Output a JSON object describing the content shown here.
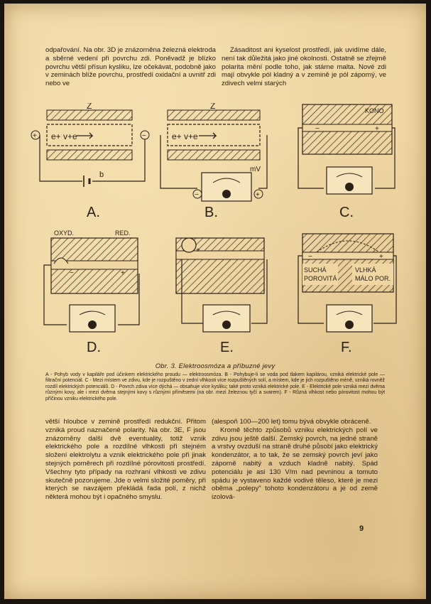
{
  "text_top_left": [
    "odpařování. Na obr. 3D je znázorněna železná elektroda a sběrné vedení při povrchu zdi. Poněvadž je blízko povrchu větší přísun kysliku, lze očekávat, podobně jako v zeminách blíže povrchu, prostředí oxidační a uvnitř zdi nebo ve"
  ],
  "text_top_right": [
    "Zásaditost ani kyselost prostředí, jak uvidíme dále, není tak důležitá jako jiné okolnosti. Ostatně se zřejmě polarita mění podle toho, jak stárne malta. Nové zdi mají obvykle pól kladný a v zemině je pól záporný, ve zdivech velmi starých"
  ],
  "figure": {
    "panels": [
      {
        "letter": "A.",
        "labels": {
          "top": "Z",
          "bottom": "b",
          "inner": "e+  v+e"
        }
      },
      {
        "letter": "B.",
        "labels": {
          "top": "Z",
          "unit": "mV",
          "inner": "e+  v+e"
        }
      },
      {
        "letter": "C.",
        "labels": {
          "top": "KONO"
        }
      },
      {
        "letter": "D.",
        "labels": {
          "left": "OXYD.",
          "right": "RED."
        }
      },
      {
        "letter": "E.",
        "labels": {}
      },
      {
        "letter": "F.",
        "labels": {
          "left1": "SUCHÁ",
          "left2": "POROVITÁ",
          "right1": "VLHKÁ",
          "right2": "MÁLO POR."
        }
      }
    ],
    "signs": {
      "plus": "+",
      "minus": "−"
    }
  },
  "caption": {
    "title": "Obr. 3. Elektroosmóza a příbuzné jevy",
    "body": "A - Pohyb vody v kapiláře pod účinkem elektrického proudu — elektroosmóza. B - Pohybuje-li se voda pod tlakem kapilárou, vzniká elektrické pole — filtrační potenciál. C - Mezi místem ve zdivu, kde je rozpuštěno v zední vlhkosti více rozpuštěných solí, a místem, kde je jich rozpuštěno méně, vzniká rovněž rozdíl elektrických potenciálů. D - Povrch zdiva více dýchá — obsahuje více kysliku; také proto vzniká elektrické pole. E - Elektrické pole vzniká mezi dvěma různými kovy, ale i mezi dvěma stejnými kovy s různými příměsemi (na obr. mezi železnou tyčí a svarem). F - Různá vlhkost nebo pórovitost mohou být příčinou vzniku elektrického pole."
  },
  "text_bottom_left": [
    "větší hloubce v zemině prostředí redukční. Přitom vzniká proud naznačené polarity. Na obr. 3E, F jsou znázorněny další dvě eventuality, totiž vznik elektrického pole a rozdílné vlhkosti při stejném složení elektrolytu a vznik elektrického pole při jinak stejných poměrech při rozdílné pórovitosti prostředí. Všechny tyto případy na rozhraní vlhkosti ve zdivu skutečně pozorujeme. Jde o velmi složité poměry, při kterých se navzájem překládá řada polí, z nichž některá mohou být i opačného smyslu."
  ],
  "text_bottom_right": [
    "(alespoň 100—200 let) tomu bývá obvykle obráceně.",
    "Kromě těchto způsobů vzniku elektrických polí ve zdivu jsou ještě další. Zemský povrch, na jedné straně a vrstvy ovzduší na straně druhé působí jako elektrický kondenzátor, a to tak, že se zemský povrch jeví jako záporně nabitý a vzduch kladně nabitý. Spád potenciálu je asi 130 V/m nad pevninou a tomuto spádu je vystaveno každé vodivé těleso, které je mezi oběma „polepy\" tohoto kondenzátoru a je od země izolová-"
  ],
  "page_number": "9"
}
